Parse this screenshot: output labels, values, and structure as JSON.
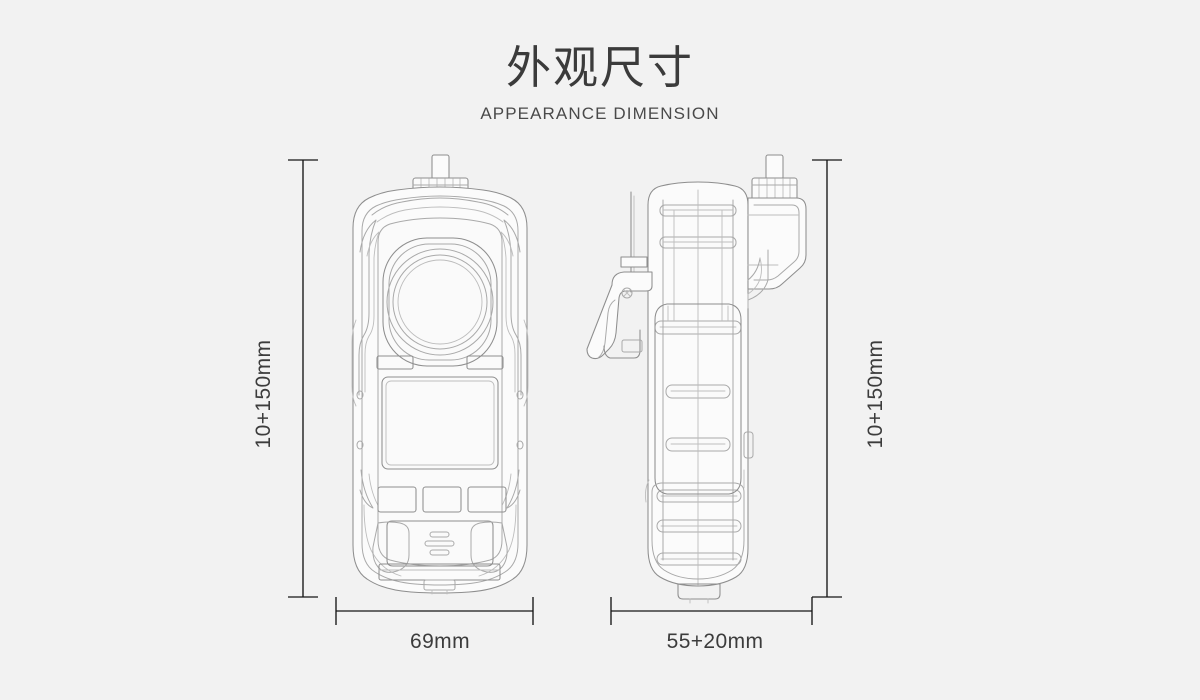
{
  "heading": {
    "title_cn": "外观尺寸",
    "title_en": "APPEARANCE DIMENSION"
  },
  "dimensions": {
    "front_height": "10+150mm",
    "side_height": "10+150mm",
    "front_width": "69mm",
    "side_width": "55+20mm"
  },
  "colors": {
    "background": "#f2f2f2",
    "text": "#3c3c3c",
    "outline": "#8e8e8e",
    "outline_light": "#b6b6b6",
    "dimension_line": "#1a1a1a",
    "panel_fill": "#fbfbfb"
  },
  "views": {
    "front": {
      "name": "front-view",
      "parts": [
        "sensor-probe",
        "rubber-bumper",
        "sensor-window",
        "led-indicator-left",
        "led-indicator-right",
        "lcd-display",
        "button-left",
        "button-center",
        "button-right",
        "speaker-grille",
        "alligator-clip-base"
      ]
    },
    "side": {
      "name": "side-view",
      "parts": [
        "sensor-probe",
        "belt-clip",
        "belt-clip-pivot-screw",
        "antenna",
        "body-ribs",
        "sensor-cap"
      ]
    }
  }
}
